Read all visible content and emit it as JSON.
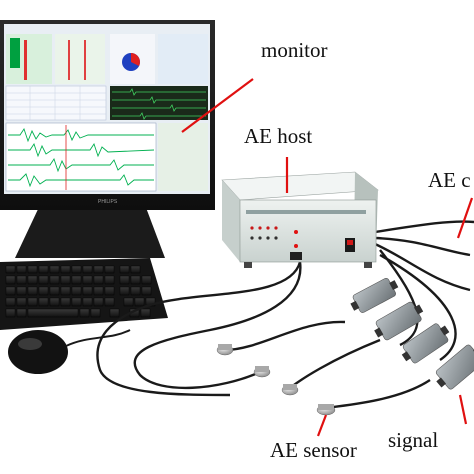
{
  "labels": {
    "monitor": "monitor",
    "ae_host": "AE host",
    "ae_cable": "AE c",
    "ae_sensor": "AE sensor",
    "signal": "signal"
  },
  "colors": {
    "annotation_line": "#e01010",
    "monitor_bezel": "#141414",
    "screen_bg": "#e8eef4",
    "waveform_green": "#00b050",
    "host_panel": "#dfe6e3",
    "cable": "#1a1a1a",
    "sensor_metal": "#b8b8b8",
    "preamp_body": "#8d9498"
  }
}
